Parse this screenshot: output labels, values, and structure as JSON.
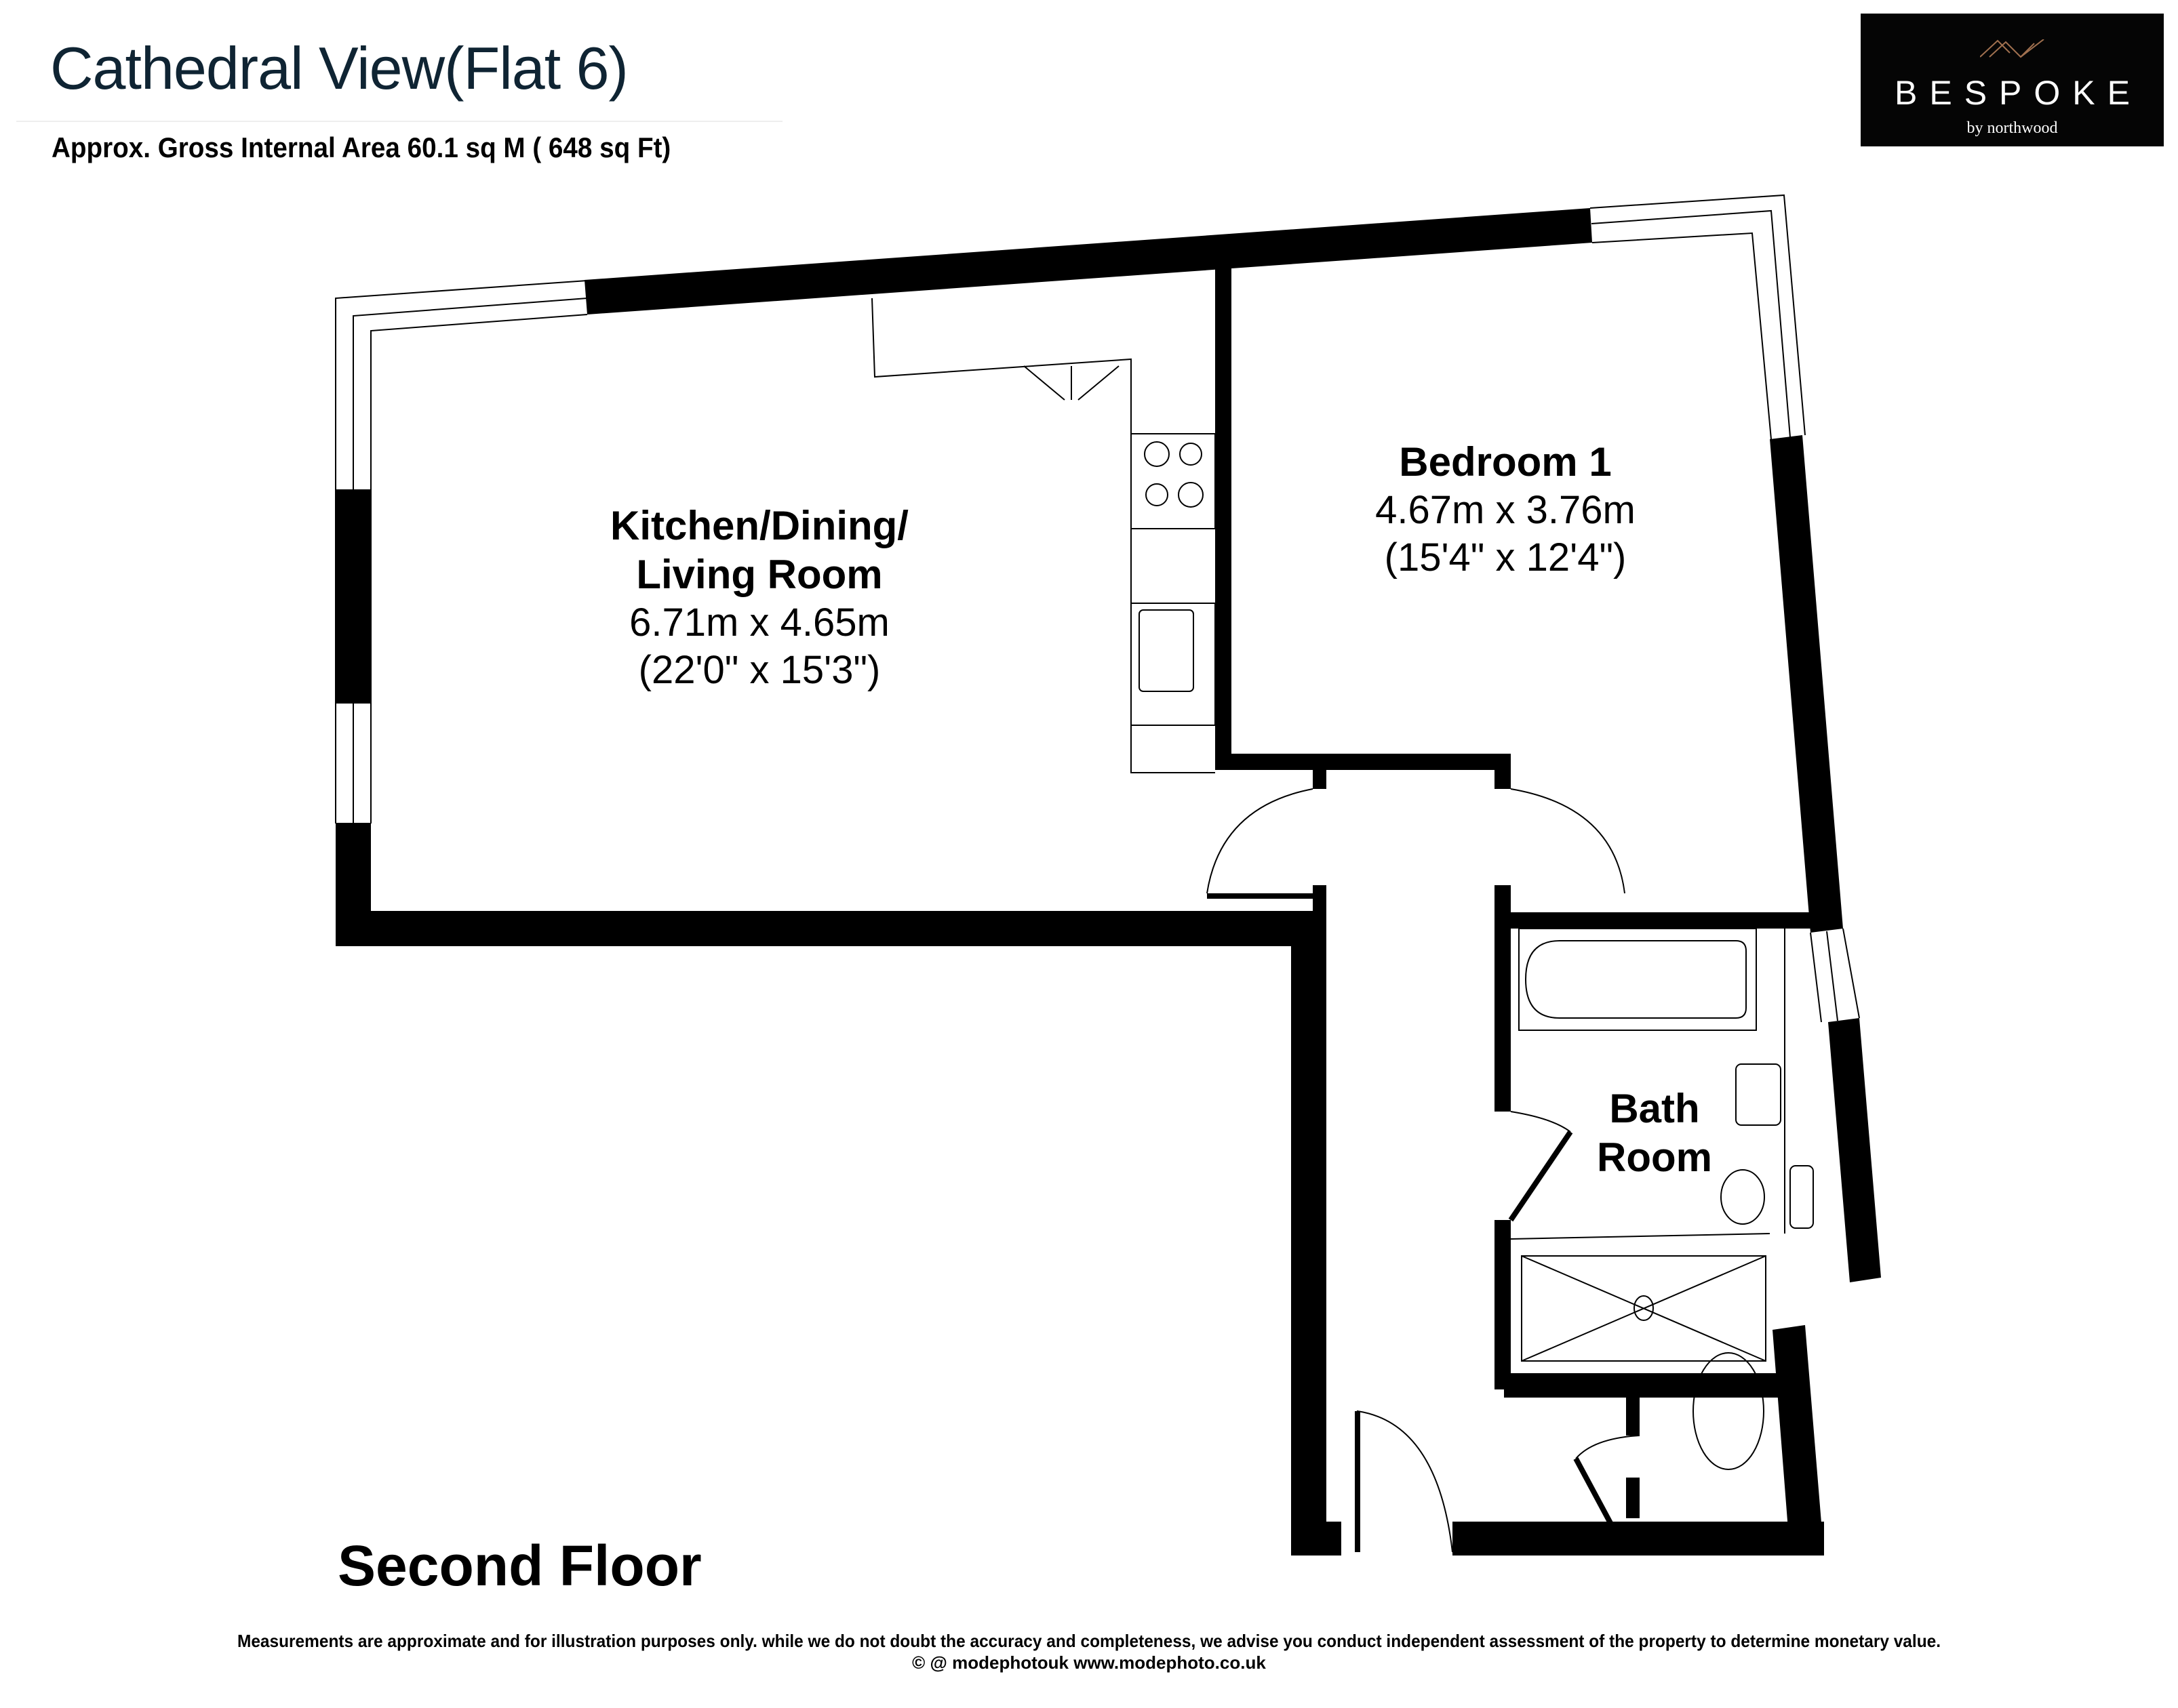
{
  "header": {
    "title": "Cathedral View(Flat 6)",
    "area": "Approx. Gross Internal Area 60.1 sq M ( 648 sq Ft)"
  },
  "logo": {
    "brand": "BESPOKE",
    "subtitle": "by northwood",
    "background": "#050505",
    "accent": "#a0704f",
    "icon": "mountain-lines-icon"
  },
  "rooms": [
    {
      "name_line1": "Kitchen/Dining/",
      "name_line2": "Living Room",
      "metric": "6.71m x 4.65m",
      "imperial": "(22'0\" x 15'3\")"
    },
    {
      "name_line1": "Bedroom 1",
      "metric": "4.67m x 3.76m",
      "imperial": "(15'4\" x 12'4\")"
    },
    {
      "name_line1": "Bath",
      "name_line2": "Room"
    }
  ],
  "floor_label": "Second Floor",
  "footer": {
    "disclaimer": "Measurements are approximate and for illustration purposes only. while we do not doubt the accuracy and completeness, we advise you conduct independent assessment of the property to determine monetary value.",
    "copyright": "© @ modephotouk www.modephoto.co.uk"
  },
  "colors": {
    "title": "#0f2433",
    "wall": "#000000",
    "background": "#ffffff"
  }
}
